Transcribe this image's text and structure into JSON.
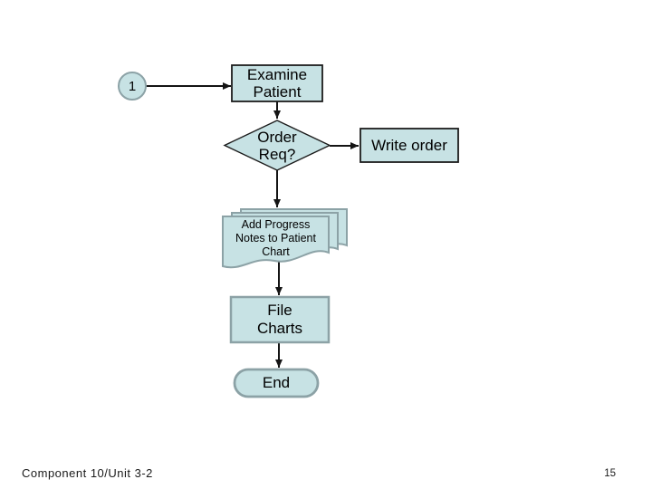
{
  "slide": {
    "footer": "Component 10/Unit 3-2",
    "page_number": "15"
  },
  "colors": {
    "shape_fill": "#c7e2e4",
    "dark_border": "#1c1c1c",
    "gray_border": "#8ca2a6",
    "connector": "#141414",
    "text": "#000000",
    "background": "#ffffff"
  },
  "flowchart": {
    "start_marker": "1",
    "examine": "Examine\nPatient",
    "order_req": "Order\nReq?",
    "write_order": "Write order",
    "add_notes": "Add Progress\nNotes to Patient\nChart",
    "file_charts": "File\nCharts",
    "end": "End"
  }
}
